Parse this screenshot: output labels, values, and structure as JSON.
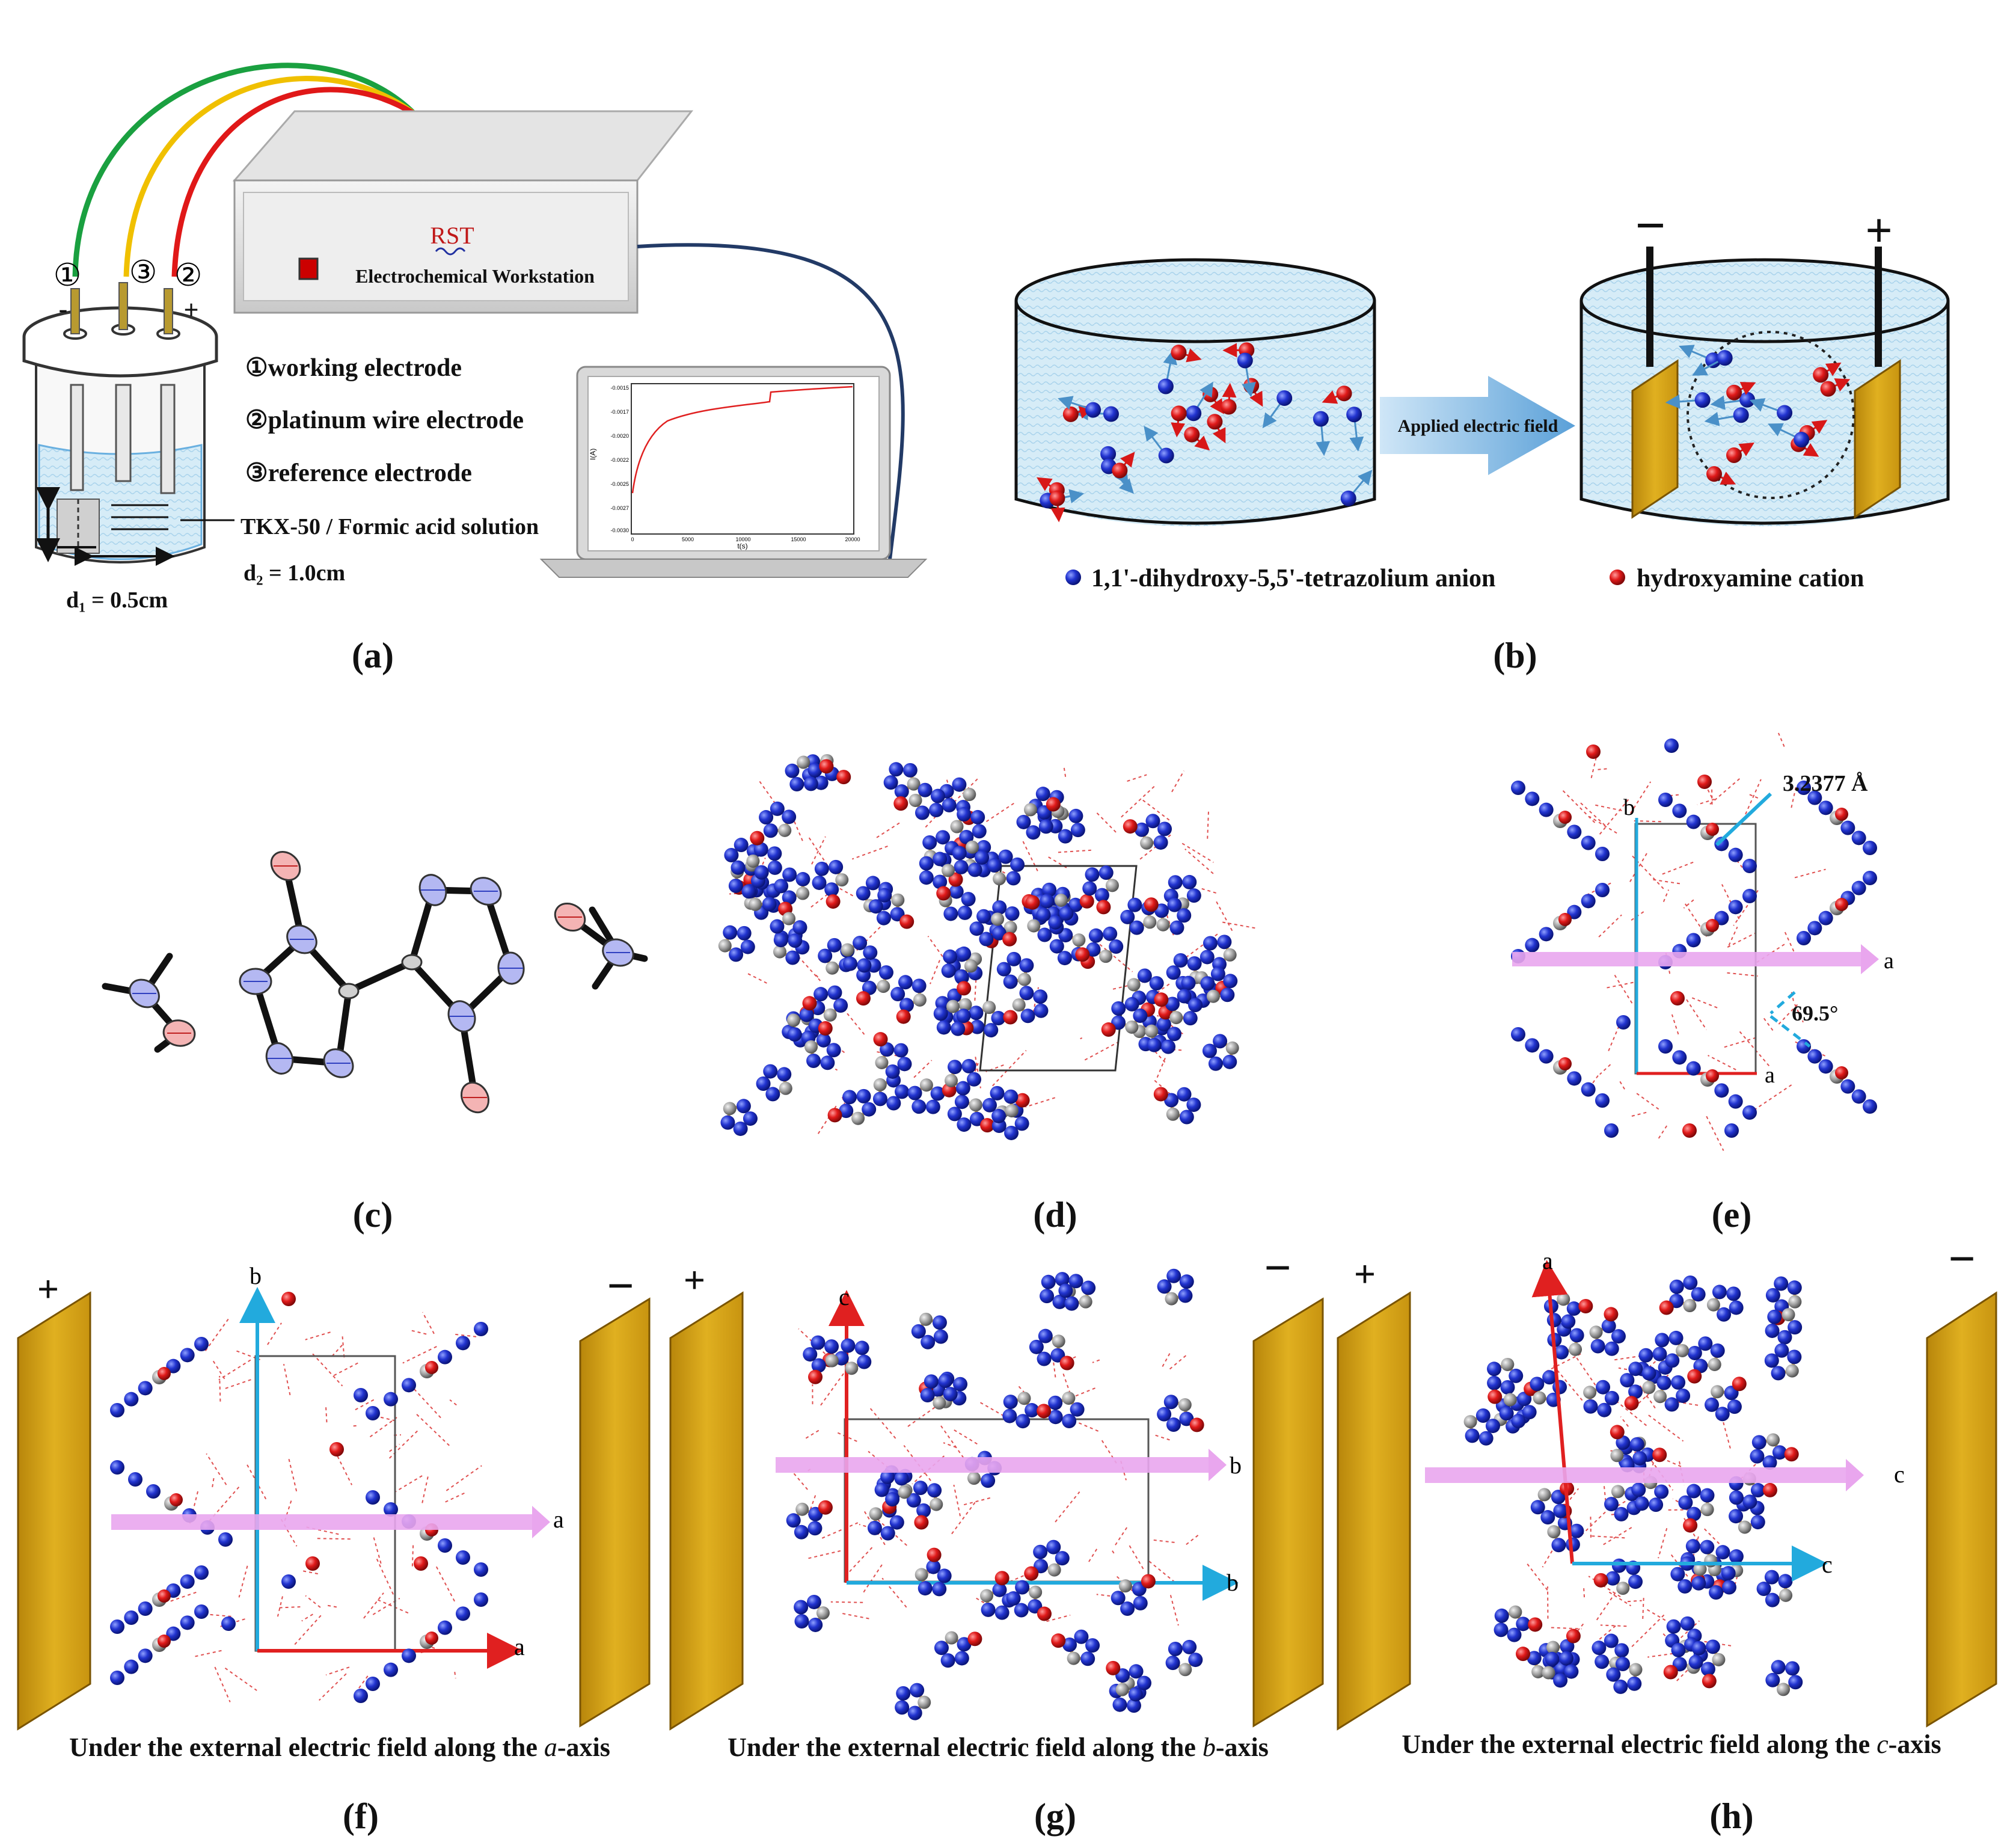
{
  "panel_a": {
    "label": "(a)",
    "workstation": "Electrochemical Workstation",
    "brand": "RST",
    "terminals": [
      "①",
      "③",
      "②"
    ],
    "signs": [
      "-",
      "+"
    ],
    "legend": [
      "①working electrode",
      "②platinum wire electrode",
      "③reference electrode"
    ],
    "solution": "TKX-50 / Formic acid solution",
    "d1": "d₁ = 0.5cm",
    "d2": "d₂ = 1.0cm",
    "plot_xlabel": "t(s)",
    "plot_ylabel": "I(A)",
    "plot_xticks": [
      "0",
      "5000",
      "10000",
      "15000",
      "20000"
    ],
    "plot_yticks": [
      "-0.0015",
      "-0.0017",
      "-0.0020",
      "-0.0022",
      "-0.0025",
      "-0.0027",
      "-0.0030"
    ]
  },
  "panel_b": {
    "label": "(b)",
    "arrow_text": "Applied electric field",
    "minus": "−",
    "plus": "+",
    "legend_anion": "1,1'-dihydroxy-5,5'-tetrazolium anion",
    "legend_cation": "hydroxyamine cation"
  },
  "panel_c": {
    "label": "(c)"
  },
  "panel_d": {
    "label": "(d)"
  },
  "panel_e": {
    "label": "(e)",
    "distance": "3.2377 Å",
    "angle": "69.5°",
    "axis_b": "b",
    "axis_a": "a",
    "arrow_a": "a"
  },
  "panel_f": {
    "label": "(f)",
    "plus": "+",
    "minus": "−",
    "axis_b": "b",
    "axis_a": "a",
    "arrow": "a",
    "caption_prefix": "Under the external electric field along the ",
    "caption_axis": "a",
    "caption_suffix": "-axis"
  },
  "panel_g": {
    "label": "(g)",
    "plus": "+",
    "minus": "−",
    "axis_c": "c",
    "axis_b": "b",
    "arrow": "b",
    "caption_prefix": "Under the external electric field along the ",
    "caption_axis": "b",
    "caption_suffix": "-axis"
  },
  "panel_h": {
    "label": "(h)",
    "plus": "+",
    "minus": "−",
    "axis_a": "a",
    "axis_c": "c",
    "arrow": "c",
    "caption_prefix": "Under the external electric field along the ",
    "caption_axis": "c",
    "caption_suffix": "-axis"
  },
  "colors": {
    "nitrogen": "#1f2fc8",
    "oxygen": "#d81818",
    "carbon": "#9a9a9a",
    "plate": "#d4a017",
    "field_arrow": "#e9a6ee",
    "axis_a": "#e02020",
    "axis_b": "#22aadd"
  }
}
